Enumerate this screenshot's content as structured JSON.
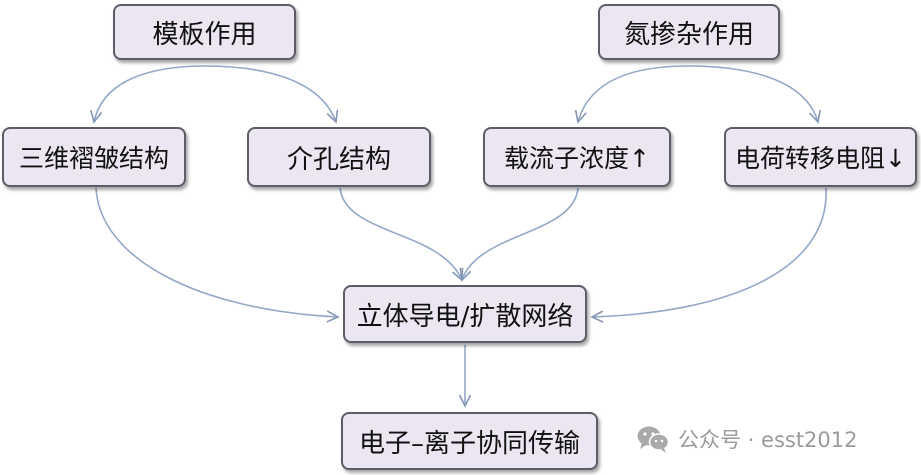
{
  "nodes": {
    "template_effect": "模板作用",
    "nitrogen_doping_effect": "氮掺杂作用",
    "wrinkle_structure": "三维褶皱结构",
    "mesopore_structure": "介孔结构",
    "carrier_concentration": "载流子浓度↑",
    "charge_transfer_resistance": "电荷转移电阻↓",
    "conductive_network": "立体导电/扩散网络",
    "co_transport": "电子–离子协同传输"
  },
  "watermark": {
    "icon": "wechat-icon",
    "text": "公众号 · esst2012"
  },
  "colors": {
    "node_fill": "#ebe6f2",
    "node_border": "#5d5d67",
    "connector": "#94a8c6",
    "watermark": "#9a9a9a"
  }
}
